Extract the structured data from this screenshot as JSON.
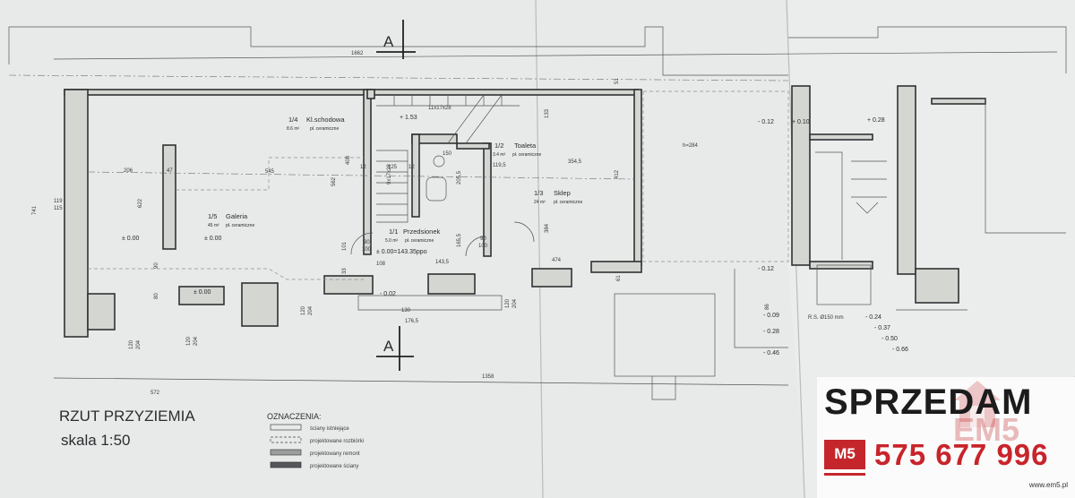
{
  "drawing": {
    "title": "RZUT PRZYZIEMIA",
    "scale": "skala 1:50",
    "section_marks": [
      "A",
      "A"
    ],
    "rooms": [
      {
        "number": "1/4",
        "name": "Kl.schodowa",
        "area": "8.6 m²",
        "floor": "pł. ceramiczne"
      },
      {
        "number": "1/2",
        "name": "Toaleta",
        "area": "3.4 m²",
        "floor": "pł. ceramiczne"
      },
      {
        "number": "1/3",
        "name": "Sklep",
        "area": "24 m²",
        "floor": "pł. ceramiczne"
      },
      {
        "number": "1/5",
        "name": "Galeria",
        "area": "45 m²",
        "floor": "pł. ceramiczne"
      },
      {
        "number": "1/1",
        "name": "Przedsionek",
        "area": "5.0 m²",
        "floor": "pł. ceramiczne"
      }
    ],
    "levels": {
      "galeria_a": "± 0.00",
      "galeria_b": "± 0.00",
      "galeria_c": "± 0.00",
      "przedsionek": "± 0.00=143.35ppo",
      "stairs": "+ 1.53",
      "entry": "- 0.02",
      "right_a": "- 0.12",
      "right_b": "+ 0.10",
      "right_c": "+ 0.28",
      "right_d": "- 0.12",
      "low_a": "- 0.09",
      "low_b": "- 0.28",
      "low_c": "- 0.46",
      "rs_a": "- 0.24",
      "rs_b": "- 0.37",
      "rs_c": "- 0.50",
      "rs_d": "- 0.66"
    },
    "rs_label": "R.S. Ø150 mm",
    "stair_label": "11x17x28",
    "stair_label_2": "9x17x28",
    "height_label": "h=284",
    "dimensions": {
      "top_overall": "1662",
      "bottom_overall": "1358",
      "bottom_left": "572",
      "left_height": "741",
      "galeria_w": "206",
      "galeria_h": "622",
      "d47": "47",
      "d545": "545",
      "d408": "408",
      "d562": "562",
      "d12a": "12",
      "d125": "125",
      "d12b": "12",
      "d150": "150",
      "d119_5": "119,5",
      "d354_5": "354,5",
      "d133": "133",
      "d412": "412",
      "d51": "51",
      "d61": "61",
      "d474": "474",
      "d384": "384",
      "d143_5": "143,5",
      "d130": "130",
      "d176_5": "176,5",
      "d90a": "90",
      "d100a": "100",
      "d90b": "90",
      "d100b": "100",
      "d90c": "90",
      "d80": "80",
      "d119": "119",
      "d115": "115",
      "d120a": "120",
      "d204a": "204",
      "d120b": "120",
      "d204b": "204",
      "d120c": "120",
      "d204c": "204",
      "d120d": "120",
      "d204d": "204",
      "d108": "108",
      "d86": "86",
      "d101": "101",
      "d33": "33",
      "d285": "205,5",
      "d166": "165,5"
    },
    "legend": {
      "heading": "OZNACZENIA:",
      "items": [
        "ściany istniejące",
        "projektowane rozbiórki",
        "projektowany remont",
        "projektowane ściany"
      ]
    }
  },
  "brand": {
    "title": "SPRZEDAM",
    "ghost": "EM5",
    "badge": "M5",
    "phone": "575 677 996",
    "website": "www.em5.pl"
  },
  "colors": {
    "paper": "#e9ebea",
    "line": "#2f3133",
    "brand_red": "#c8242b"
  }
}
